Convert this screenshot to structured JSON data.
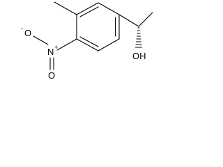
{
  "molecule": {
    "atoms": {
      "nitro_n": "N",
      "nitro_o_upper": "O",
      "nitro_o_upper_charge": "-",
      "nitro_n_charge": "+",
      "nitro_o_lower": "O",
      "hydroxyl": "OH"
    }
  }
}
